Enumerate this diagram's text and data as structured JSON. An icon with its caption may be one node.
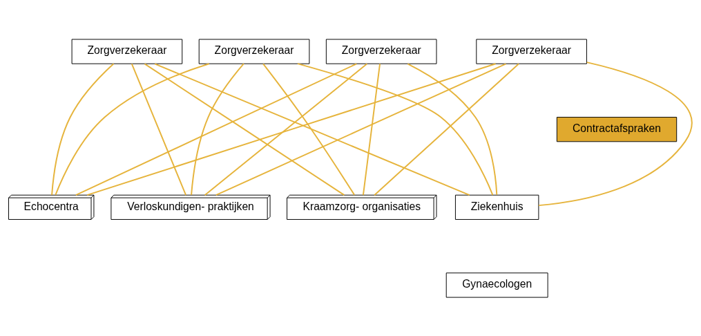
{
  "diagram": {
    "nodes": [
      {
        "text": [
          "Zorgverzekeraar"
        ]
      },
      {
        "text": [
          "Zorgverzekeraar"
        ]
      },
      {
        "text": [
          "Zorgverzekeraar"
        ]
      },
      {
        "text": [
          "Zorgverzekeraar"
        ]
      },
      {
        "text": [
          "Contractafspraken"
        ]
      },
      {
        "text": [
          "Verloskundigen- praktijken"
        ]
      },
      {
        "text": [
          "Ziekenhuis"
        ]
      },
      {
        "text": [
          "Gynaecologen"
        ]
      },
      {
        "text": [
          "Kraamzorg- organisaties"
        ]
      },
      {
        "text": [
          "Echocentra"
        ]
      }
    ],
    "edges": [
      {
        "from": 0,
        "to": 5,
        "arrow": "none"
      },
      {
        "from": 0,
        "to": 6,
        "arrow": "none"
      },
      {
        "from": 0,
        "to": 8,
        "arrow": "none"
      },
      {
        "from": 0,
        "to": 9,
        "arrow": "none"
      },
      {
        "from": 1,
        "to": 5,
        "arrow": "none"
      },
      {
        "from": 1,
        "to": 6,
        "arrow": "none"
      },
      {
        "from": 1,
        "to": 8,
        "arrow": "none"
      },
      {
        "from": 1,
        "to": 9,
        "arrow": "none"
      },
      {
        "from": 2,
        "to": 5,
        "arrow": "none"
      },
      {
        "from": 2,
        "to": 6,
        "arrow": "none"
      },
      {
        "from": 2,
        "to": 8,
        "arrow": "none"
      },
      {
        "from": 2,
        "to": 9,
        "arrow": "none"
      },
      {
        "from": 3,
        "to": 5,
        "arrow": "none"
      },
      {
        "from": 3,
        "to": 6,
        "arrow": "none"
      },
      {
        "from": 3,
        "to": 8,
        "arrow": "none"
      },
      {
        "from": 3,
        "to": 9,
        "arrow": "none"
      }
    ]
  }
}
